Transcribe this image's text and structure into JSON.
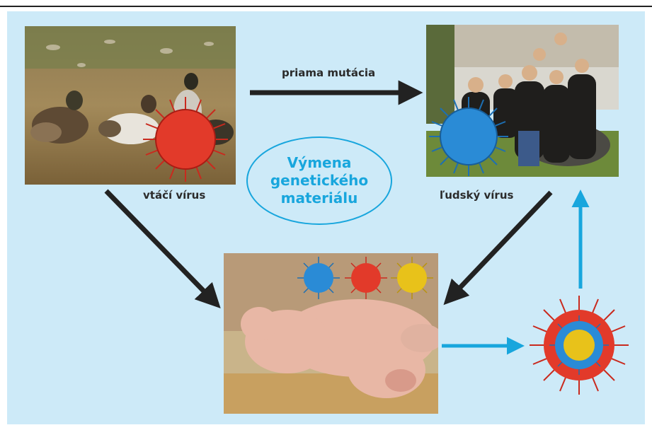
{
  "labels": {
    "arrow_direct": "priama mutácia",
    "bird_virus": "vtáčí vírus",
    "human_virus": "ľudský vírus",
    "center_line1": "Výmena",
    "center_line2": "genetického",
    "center_line3": "materiálu"
  },
  "colors": {
    "panel": "#cdeaf8",
    "arrow_dark": "#222222",
    "arrow_blue": "#18a6dd",
    "virus_red": "#e23a2a",
    "virus_blue": "#2a8bd6",
    "virus_yellow": "#e8c21a"
  },
  "icons": {
    "bird_virus": "red-virus-icon",
    "human_virus": "blue-virus-icon",
    "reassortant": "mixed-virus-icon"
  }
}
